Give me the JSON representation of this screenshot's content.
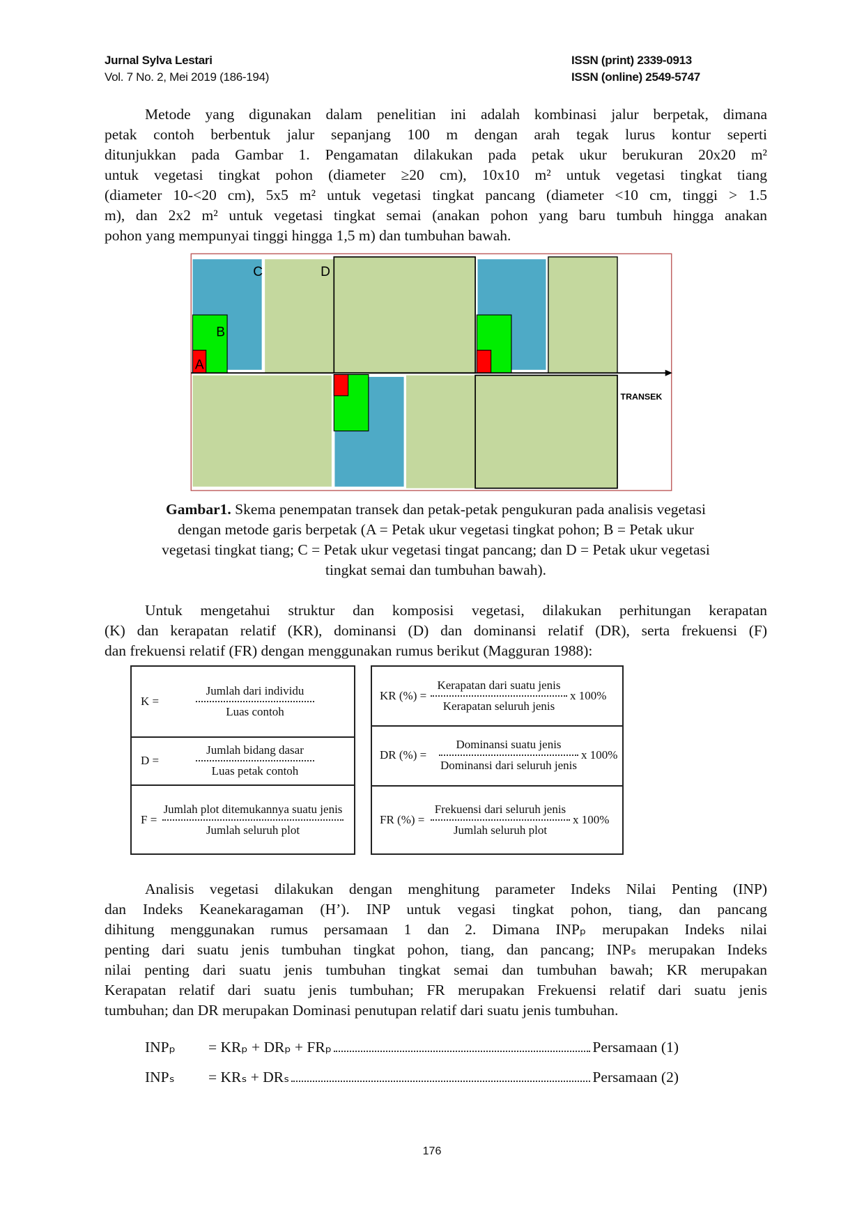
{
  "header": {
    "journal": "Jurnal Sylva Lestari",
    "volume": "Vol. 7 No. 2, Mei 2019 (186-194)",
    "issn_print": "ISSN (print) 2339-0913",
    "issn_online": "ISSN (online) 2549-5747"
  },
  "para1": [
    "Metode yang digunakan dalam penelitian ini adalah kombinasi jalur berpetak, dimana",
    "petak contoh berbentuk jalur sepanjang 100 m dengan arah tegak lurus kontur seperti",
    "ditunjukkan pada Gambar 1. Pengamatan dilakukan pada petak ukur berukuran 20x20 m²",
    "untuk vegetasi tingkat pohon (diameter ≥20 cm), 10x10 m² untuk vegetasi tingkat tiang",
    "(diameter 10-<20 cm), 5x5 m² untuk vegetasi tingkat pancang (diameter <10 cm, tinggi > 1.5",
    "m), dan 2x2 m² untuk vegetasi tingkat semai (anakan pohon yang baru tumbuh hingga anakan",
    "pohon yang mempunyai tinggi hingga 1,5 m) dan tumbuhan bawah."
  ],
  "figure": {
    "labels": {
      "a": "A",
      "b": "B",
      "c": "C",
      "d": "D",
      "transek": "TRANSEK"
    },
    "colors": {
      "pancang": "#4eaac6",
      "semai": "#c4d89e",
      "tiang": "#00ee00",
      "pohon": "#ff0000"
    }
  },
  "caption": {
    "label": "Gambar1.",
    "lines": [
      " Skema penempatan transek dan petak-petak pengukuran pada analisis vegetasi",
      "dengan metode garis berpetak (A = Petak ukur vegetasi tingkat pohon; B = Petak ukur",
      "vegetasi tingkat tiang; C = Petak ukur vegetasi tingat pancang; dan D = Petak ukur vegetasi",
      "tingkat semai dan tumbuhan bawah)."
    ]
  },
  "para2": [
    "Untuk mengetahui struktur dan komposisi vegetasi, dilakukan perhitungan kerapatan",
    "(K) dan kerapatan relatif (KR), dominansi (D) dan dominansi relatif (DR), serta frekuensi (F)",
    "dan frekuensi relatif (FR) dengan menggunakan rumus berikut (Magguran 1988):"
  ],
  "formulas": {
    "left": [
      {
        "label": "K =",
        "num": "Jumlah dari individu",
        "den": "Luas contoh"
      },
      {
        "label": "D =",
        "num": "Jumlah bidang dasar",
        "den": "Luas petak contoh"
      },
      {
        "label": "F =",
        "num": "Jumlah plot ditemukannya suatu jenis",
        "den": "Jumlah seluruh plot"
      }
    ],
    "right": [
      {
        "label": "KR (%) =",
        "num": "Kerapatan dari suatu jenis",
        "den": "Kerapatan seluruh jenis",
        "mult": "x 100%"
      },
      {
        "label": "DR (%) =",
        "num": "Dominansi suatu jenis",
        "den": "Dominansi dari seluruh jenis",
        "mult": "x 100%"
      },
      {
        "label": "FR (%) =",
        "num": "Frekuensi dari seluruh jenis",
        "den": "Jumlah seluruh plot",
        "mult": "x 100%"
      }
    ]
  },
  "para3": [
    "Analisis vegetasi dilakukan dengan menghitung parameter Indeks Nilai Penting (INP)",
    "dan Indeks Keanekaragaman (H’). INP untuk vegasi tingkat pohon, tiang, dan pancang",
    "dihitung menggunakan rumus persamaan 1 dan 2. Dimana INPₚ merupakan Indeks nilai",
    "penting dari suatu jenis tumbuhan tingkat pohon, tiang, dan pancang; INPₛ merupakan Indeks",
    "nilai penting dari suatu jenis tumbuhan tingkat semai dan tumbuhan bawah; KR merupakan",
    "Kerapatan relatif dari suatu jenis tumbuhan; FR merupakan Frekuensi relatif dari suatu jenis",
    "tumbuhan; dan DR merupakan Dominasi penutupan relatif dari suatu jenis tumbuhan."
  ],
  "equations": [
    {
      "name": "INPₚ",
      "expr": "= KRₚ + DRₚ + FRₚ",
      "ref": "Persamaan (1)"
    },
    {
      "name": "INPₛ",
      "expr": "= KRₛ + DRₛ",
      "ref": "Persamaan (2)"
    }
  ],
  "page_number": "176"
}
